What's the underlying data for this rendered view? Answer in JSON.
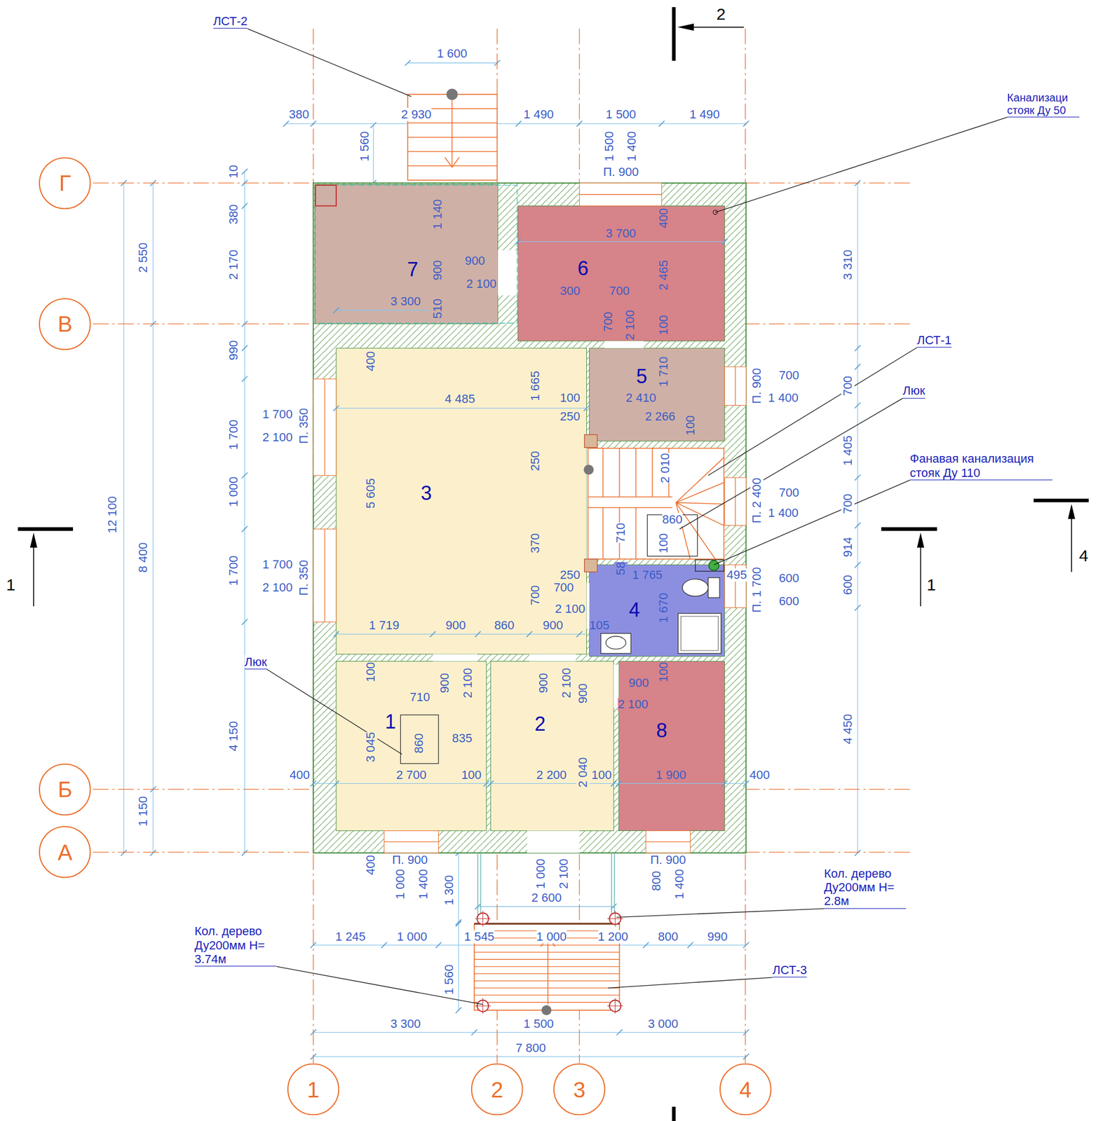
{
  "diagram": {
    "nodes": [
      {
        "text": [
          "Г"
        ]
      },
      {
        "text": [
          "7"
        ]
      },
      {
        "text": [
          "6"
        ]
      },
      {
        "text": [
          "В"
        ]
      },
      {
        "text": [
          "5"
        ]
      },
      {
        "text": [
          "3"
        ]
      },
      {
        "text": [
          "4"
        ]
      },
      {
        "text": [
          "1"
        ]
      },
      {
        "text": [
          "2"
        ]
      },
      {
        "text": [
          "8"
        ]
      },
      {
        "text": [
          "Б"
        ]
      },
      {
        "text": [
          "А"
        ]
      },
      {
        "text": [
          "1"
        ]
      },
      {
        "text": [
          "2"
        ]
      },
      {
        "text": [
          "3"
        ]
      },
      {
        "text": [
          "4"
        ]
      }
    ],
    "labels": [
      "2",
      "ЛСТ-2",
      "1 600",
      "Канализаци стояк Ду 50",
      "380",
      "2 930",
      "1 490",
      "1 500",
      "1 490",
      "1 560",
      "1 500",
      "1 400",
      "П. 900",
      "10",
      "380",
      "1 140",
      "400",
      "3 700",
      "2 550",
      "2 170",
      "3 310",
      "900",
      "900",
      "2 465",
      "2 100",
      "300",
      "700",
      "3 300",
      "510",
      "700",
      "2 100",
      "100",
      "ЛСТ-1",
      "990",
      "400",
      "1 710",
      "700",
      "П. 900",
      "700",
      "1 665",
      "Люк",
      "4 485",
      "100",
      "2 410",
      "1 400",
      "1 700",
      "2 266",
      "250",
      "100",
      "П. 350",
      "1 700",
      "2 100",
      "1 405",
      "Фанавая канализация стояк Ду 110",
      "250",
      "2 010",
      "1 000",
      "700",
      "5 605",
      "П. 2 400",
      "700",
      "12 100",
      "1 400",
      "860",
      "710",
      "370",
      "100",
      "914",
      "8 400",
      "1 700",
      "58",
      "1 700",
      "250",
      "1 765",
      "495",
      "600",
      "П. 350",
      "1",
      "1",
      "4",
      "600",
      "700",
      "2 100",
      "П. 1 700",
      "700",
      "600",
      "1 670",
      "2 100",
      "1 719",
      "900",
      "860",
      "900",
      "105",
      "Люк",
      "100",
      "100",
      "900",
      "2 100",
      "900",
      "2 100",
      "900",
      "900",
      "710",
      "2 100",
      "4 150",
      "4 450",
      "835",
      "860",
      "3 045",
      "2 040",
      "400",
      "2 700",
      "100",
      "2 200",
      "100",
      "1 900",
      "400",
      "1 150",
      "П. 900",
      "400",
      "П. 900",
      "Кол. дерево Ду200мм Н= 2.8м",
      "1 000",
      "2 100",
      "1 000",
      "1 400",
      "800",
      "1 400",
      "1 300",
      "2 600",
      "Кол. дерево Ду200мм Н= 3.74м",
      "1 245",
      "1 000",
      "1 545",
      "1 000",
      "1 200",
      "800",
      "990",
      "ЛСТ-3",
      "1 560",
      "3 300",
      "1 500",
      "3 000",
      "7 800"
    ]
  }
}
